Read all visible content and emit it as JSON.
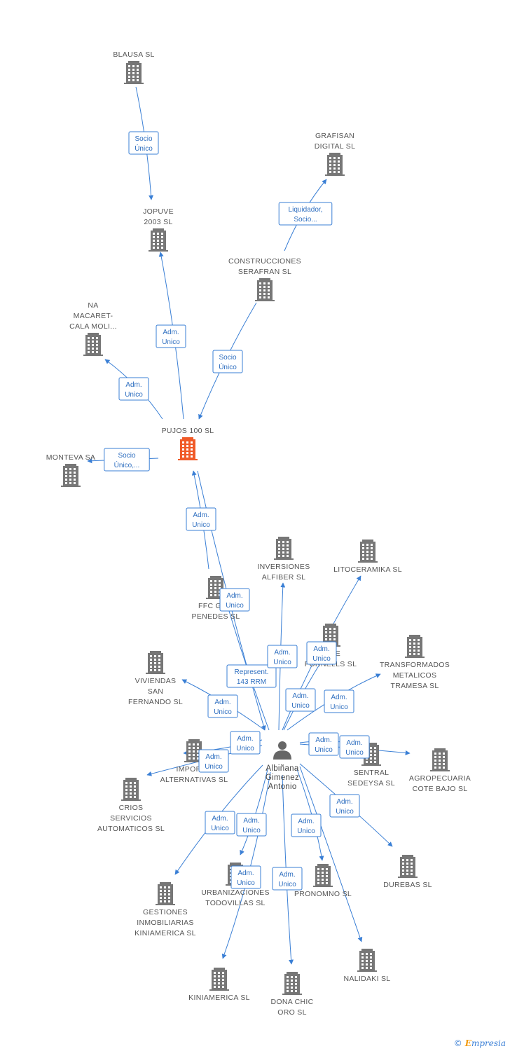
{
  "colors": {
    "edge": "#3a7fd5",
    "building": "#777777",
    "highlight": "#f05a28",
    "person": "#666666"
  },
  "nodes": [
    {
      "id": "blausa",
      "kind": "company",
      "label": [
        "BLAUSA SL"
      ]
    },
    {
      "id": "jopuve",
      "kind": "company",
      "label": [
        "JOPUVE",
        "2003 SL"
      ]
    },
    {
      "id": "grafisan",
      "kind": "company",
      "label": [
        "GRAFISAN",
        "DIGITAL SL"
      ]
    },
    {
      "id": "serafran",
      "kind": "company",
      "label": [
        "CONSTRUCCIONES",
        "SERAFRAN SL"
      ]
    },
    {
      "id": "namacaret",
      "kind": "company",
      "label": [
        "NA",
        "MACARET-",
        "CALA MOLI..."
      ]
    },
    {
      "id": "pujos",
      "kind": "main",
      "label": [
        "PUJOS 100 SL"
      ]
    },
    {
      "id": "monteva",
      "kind": "company",
      "label": [
        "MONTEVA SA"
      ]
    },
    {
      "id": "inversiones",
      "kind": "company",
      "label": [
        "INVERSIONES",
        "ALFIBER SL"
      ]
    },
    {
      "id": "litoceramika",
      "kind": "company",
      "label": [
        "LITOCERAMIKA SL"
      ]
    },
    {
      "id": "ffc",
      "kind": "company",
      "label": [
        "FFC GA...",
        "PENEDES SL"
      ]
    },
    {
      "id": "fornells",
      "kind": "company",
      "label": [
        "... DE",
        "FORNELLS SL"
      ]
    },
    {
      "id": "transformados",
      "kind": "company",
      "label": [
        "TRANSFORMADOS",
        "METALICOS",
        "TRAMESA SL"
      ]
    },
    {
      "id": "viviendas",
      "kind": "company",
      "label": [
        "VIVIENDAS",
        "SAN",
        "FERNANDO SL"
      ]
    },
    {
      "id": "importaciones",
      "kind": "company",
      "label": [
        "IMPORT...",
        "ALTERNATIVAS SL"
      ]
    },
    {
      "id": "crios",
      "kind": "company",
      "label": [
        "CRIOS",
        "SERVICIOS",
        "AUTOMATICOS SL"
      ]
    },
    {
      "id": "person",
      "kind": "person",
      "label": [
        "Albiñana",
        "Gimenez",
        "Antonio"
      ]
    },
    {
      "id": "sentral",
      "kind": "company",
      "label": [
        "SENTRAL",
        "SEDEYSA SL"
      ]
    },
    {
      "id": "agropecuaria",
      "kind": "company",
      "label": [
        "AGROPECUARIA",
        "COTE BAJO SL"
      ]
    },
    {
      "id": "durebas",
      "kind": "company",
      "label": [
        "DUREBAS SL"
      ]
    },
    {
      "id": "gestiones",
      "kind": "company",
      "label": [
        "GESTIONES",
        "INMOBILIARIAS",
        "KINIAMERICA SL"
      ]
    },
    {
      "id": "urbanizaciones",
      "kind": "company",
      "label": [
        "URBANIZACIONES",
        "TODOVILLAS SL"
      ]
    },
    {
      "id": "pronomno",
      "kind": "company",
      "label": [
        "PRONOMNO SL"
      ]
    },
    {
      "id": "nalidaki",
      "kind": "company",
      "label": [
        "NALIDAKI SL"
      ]
    },
    {
      "id": "kiniamerica",
      "kind": "company",
      "label": [
        "KINIAMERICA SL"
      ]
    },
    {
      "id": "donachic",
      "kind": "company",
      "label": [
        "DONA CHIC",
        "ORO SL"
      ]
    }
  ],
  "edges": [
    {
      "label": [
        "Socio",
        "Único"
      ]
    },
    {
      "label": [
        "Liquidador,",
        "Socio..."
      ]
    },
    {
      "label": [
        "Adm.",
        "Unico"
      ]
    },
    {
      "label": [
        "Socio",
        "Único"
      ]
    },
    {
      "label": [
        "Adm.",
        "Unico"
      ]
    },
    {
      "label": [
        "Socio",
        "Único,..."
      ]
    },
    {
      "label": [
        "Adm.",
        "Unico"
      ]
    },
    {
      "label": [
        "Adm.",
        "Unico"
      ]
    },
    {
      "label": [
        "Represent.",
        "143 RRM"
      ]
    },
    {
      "label": [
        "Adm.",
        "Unico"
      ]
    },
    {
      "label": [
        "Adm.",
        "Unico"
      ]
    },
    {
      "label": [
        "Adm.",
        "Unico"
      ]
    },
    {
      "label": [
        "Adm.",
        "Unico"
      ]
    },
    {
      "label": [
        "Adm.",
        "Unico"
      ]
    },
    {
      "label": [
        "Adm.",
        "Unico"
      ]
    },
    {
      "label": [
        "Adm.",
        "Unico"
      ]
    },
    {
      "label": [
        "Adm.",
        "Unico"
      ]
    },
    {
      "label": [
        "Adm.",
        "Unico"
      ]
    },
    {
      "label": [
        "Adm.",
        "Unico"
      ]
    },
    {
      "label": [
        "Adm.",
        "Unico"
      ]
    },
    {
      "label": [
        "Adm.",
        "Unico"
      ]
    },
    {
      "label": [
        "Adm.",
        "Unico"
      ]
    },
    {
      "label": [
        "Adm.",
        "Unico"
      ]
    },
    {
      "label": [
        "Adm.",
        "Unico"
      ]
    }
  ],
  "footer": {
    "copyright": "©",
    "brand_first": "E",
    "brand_rest": "mpresia"
  }
}
